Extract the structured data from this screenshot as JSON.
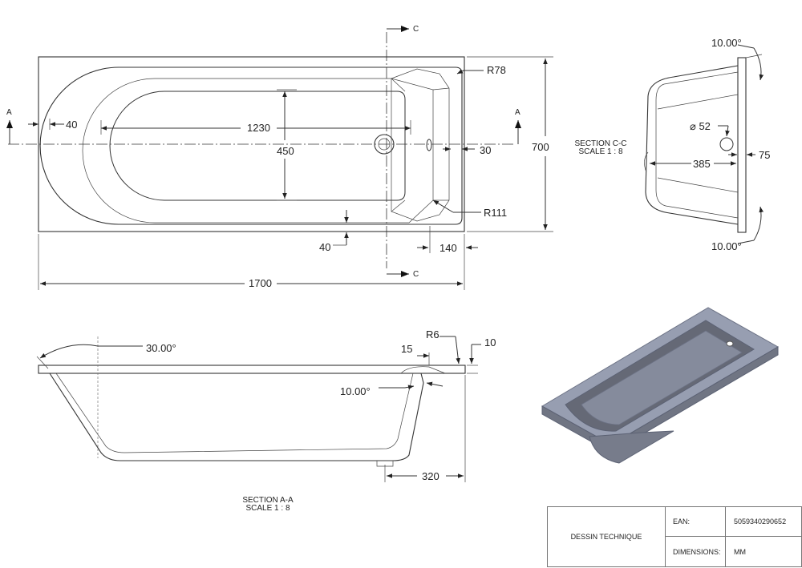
{
  "plan_view": {
    "section_marker_a": "A",
    "section_marker_c": "C",
    "dims": {
      "overall_length": "1700",
      "overall_width": "700",
      "inner_length": "1230",
      "inner_width": "450",
      "end_rim": "40",
      "side_rim": "40",
      "outlet_offset": "30",
      "tap_end_width": "140",
      "corner_radius": "R78",
      "inner_radius": "R111"
    }
  },
  "section_aa": {
    "label": "SECTION A-A",
    "scale": "SCALE 1 : 8",
    "dims": {
      "end_slope": "30.00°",
      "tap_end_slope": "10.00°",
      "lip": "15",
      "rim_radius": "R6",
      "rim_thickness": "10",
      "outlet_to_end": "320"
    }
  },
  "section_cc": {
    "label": "SECTION C-C",
    "scale": "SCALE 1 : 8",
    "dims": {
      "top_angle": "10.00°",
      "bottom_angle": "10.00°",
      "overflow_diameter": "⌀ 52",
      "overflow_offset": "75",
      "depth": "385"
    }
  },
  "render_3d": {
    "fill_color": "#8c92a4"
  },
  "title_block": {
    "title": "DESSIN TECHNIQUE",
    "ean_label": "EAN:",
    "ean_value": "5059340290652",
    "dimensions_label": "DIMENSIONS:",
    "dimensions_value": "MM"
  }
}
